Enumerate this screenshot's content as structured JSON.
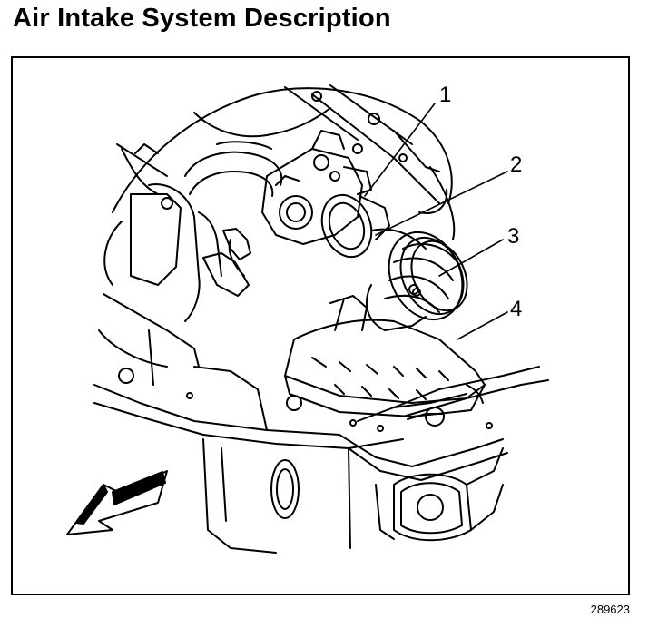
{
  "title": "Air Intake System Description",
  "callouts": [
    "1",
    "2",
    "3",
    "4"
  ],
  "figure_id": "289623",
  "colors": {
    "ink": "#000000",
    "paper": "#ffffff"
  },
  "icons": {
    "direction": "arrow-front-icon"
  }
}
